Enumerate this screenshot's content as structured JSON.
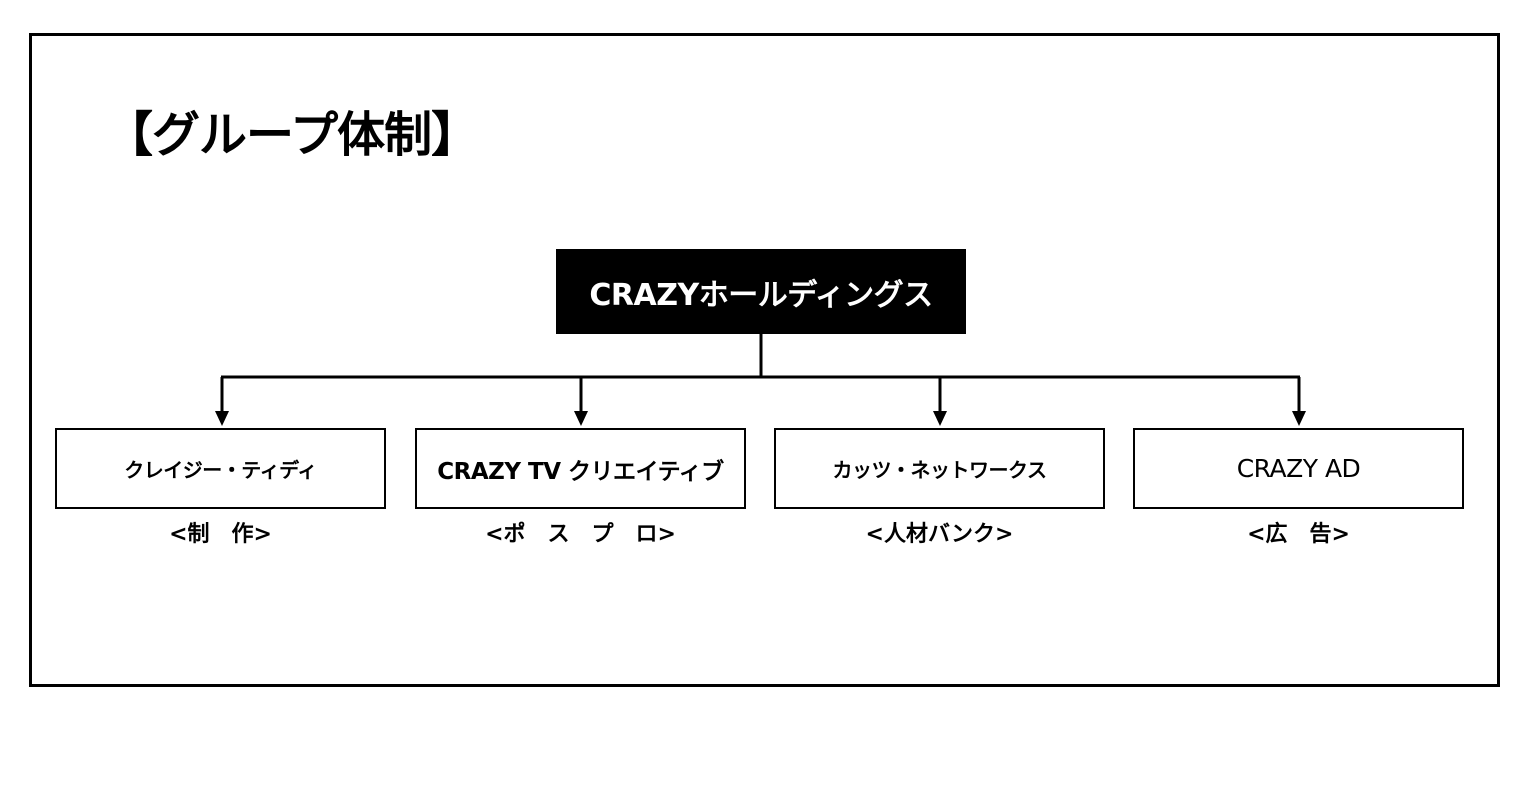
{
  "title": "【グループ体制】",
  "root": {
    "label": "CRAZYホールディングス"
  },
  "companies": [
    {
      "name": "クレイジー・ティディ",
      "role": "<制　作>"
    },
    {
      "name": "CRAZY TV クリエイティブ",
      "role": "<ポ　ス　プ　ロ>"
    },
    {
      "name": "カッツ・ネットワークス",
      "role": "<人材バンク>"
    },
    {
      "name": "CRAZY AD",
      "role": "<広　告>"
    }
  ],
  "colors": {
    "line": "#000000",
    "root_fill": "#000000",
    "root_text": "#ffffff",
    "background": "#ffffff"
  }
}
